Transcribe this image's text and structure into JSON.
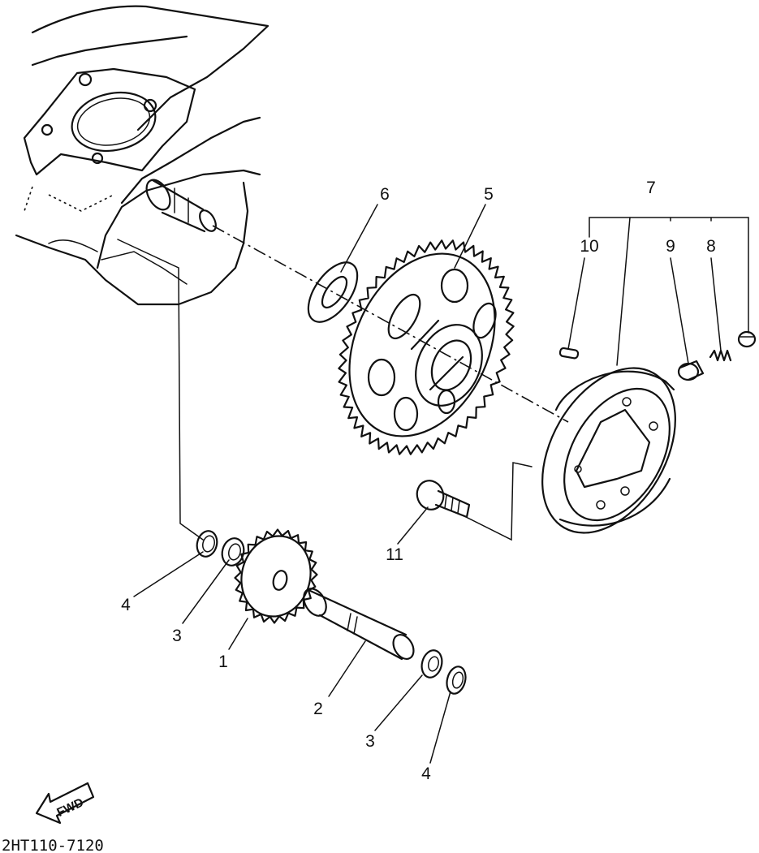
{
  "callouts": [
    {
      "id": "c1",
      "text": "1"
    },
    {
      "id": "c2",
      "text": "2"
    },
    {
      "id": "c3a",
      "text": "3"
    },
    {
      "id": "c3b",
      "text": "3"
    },
    {
      "id": "c4a",
      "text": "4"
    },
    {
      "id": "c4b",
      "text": "4"
    },
    {
      "id": "c5",
      "text": "5"
    },
    {
      "id": "c6",
      "text": "6"
    },
    {
      "id": "c7",
      "text": "7"
    },
    {
      "id": "c8",
      "text": "8"
    },
    {
      "id": "c9",
      "text": "9"
    },
    {
      "id": "c10",
      "text": "10"
    },
    {
      "id": "c11",
      "text": "11"
    }
  ],
  "direction_marker": "FWD",
  "diagram_code": "2HT110-7120"
}
